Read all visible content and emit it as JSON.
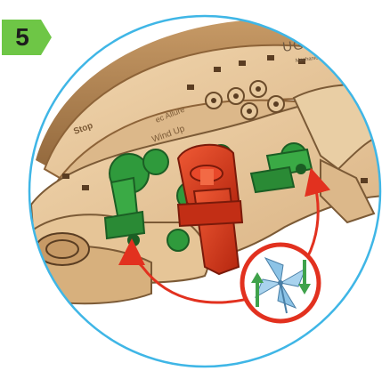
{
  "step": {
    "number": "5",
    "badge_color": "#6ec646"
  },
  "engraved_labels": {
    "stop": "Stop",
    "allure": "ec Allure",
    "wind_up": "Wind Up"
  },
  "brand": {
    "name": "UGEARS",
    "tagline": "Mechanical Models"
  },
  "colors": {
    "frame_circle": "#3fb6e6",
    "arrows": "#e2311f",
    "wood": "#e8c79d",
    "wood_dark": "#b98d5d",
    "gear_green": "#2f9a3c",
    "crank_red": "#d9381e",
    "pinwheel_blue": "#8cc3e6",
    "rotation_arrow_green": "#3fa24b"
  },
  "icons": [
    "pinwheel-icon",
    "rotation-arrows-icon"
  ]
}
